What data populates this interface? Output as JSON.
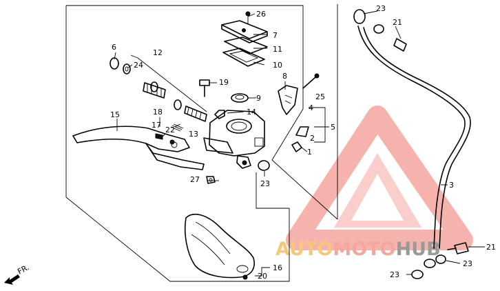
{
  "callouts": {
    "c1": "1",
    "c2": "2",
    "c3": "3",
    "c4": "4",
    "c5": "5",
    "c6": "6",
    "c7": "7",
    "c8": "8",
    "c9": "9",
    "c10": "10",
    "c11": "11",
    "c12": "12",
    "c13": "13",
    "c14": "14",
    "c15": "15",
    "c16": "16",
    "c17": "17",
    "c18": "18",
    "c19": "19",
    "c20": "20",
    "c21a": "21",
    "c21b": "21",
    "c22": "22",
    "c23a": "23",
    "c23b": "23",
    "c23c": "23",
    "c23d": "23",
    "c24": "24",
    "c25": "25",
    "c26": "26",
    "c27": "27"
  },
  "direction": {
    "label": "FR."
  },
  "watermark": {
    "part1": "AUTO",
    "part2": "MOTO",
    "part3": "HUB",
    "colors": {
      "triangle": "#f4a6a0",
      "auto": "#f7c879",
      "moto": "#f4a6a0",
      "hub": "#9a9a9a"
    }
  }
}
